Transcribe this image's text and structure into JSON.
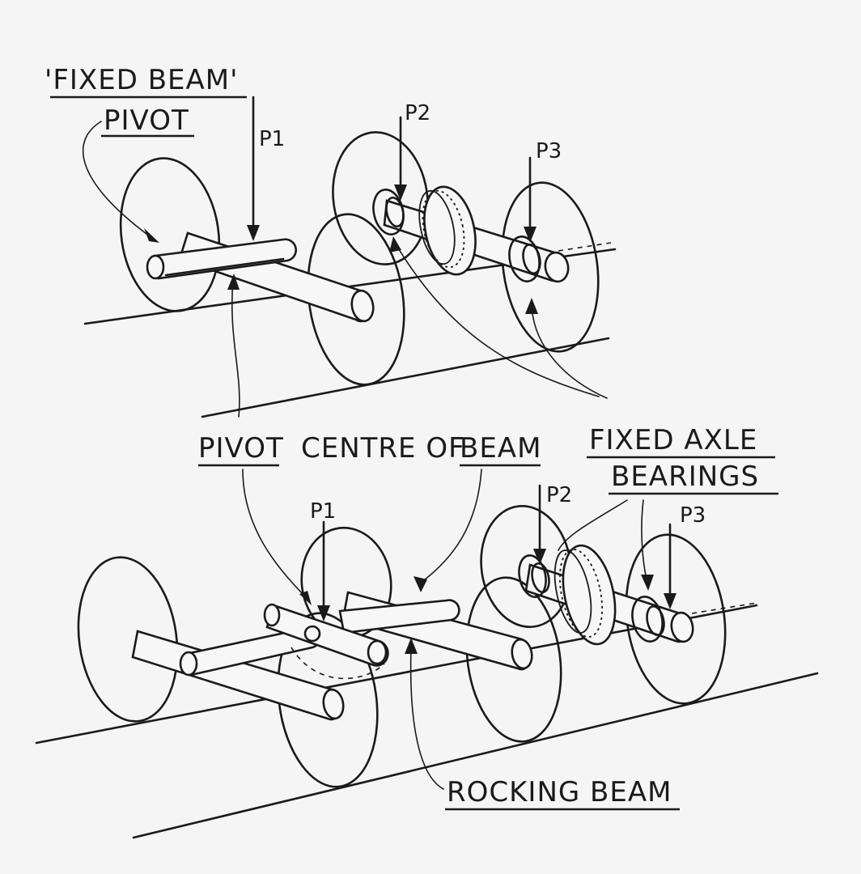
{
  "labels": {
    "fixed_beam": "'FIXED BEAM'",
    "pivot_top": "PIVOT",
    "p1_top": "P1",
    "p2_top": "P2",
    "p3_top": "P3",
    "pivot_mid": "PIVOT",
    "centre_of": "CENTRE OF",
    "beam_mid": "BEAM",
    "fixed_axle": "FIXED AXLE",
    "bearings": "BEARINGS",
    "p1_bottom": "P1",
    "p2_bottom": "P2",
    "p3_bottom": "P3",
    "rocking_beam": "ROCKING BEAM"
  }
}
